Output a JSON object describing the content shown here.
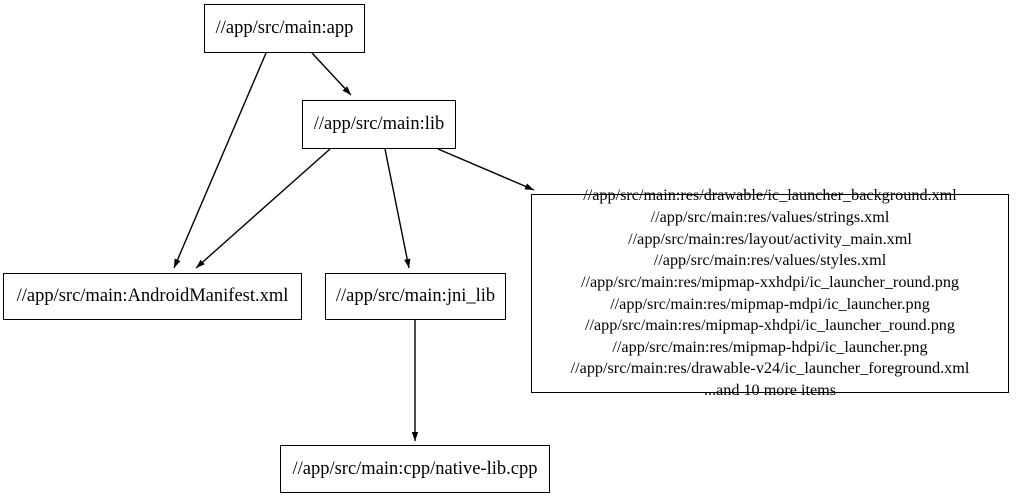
{
  "diagram": {
    "type": "directed-graph",
    "title": "",
    "background_color": "#ffffff",
    "node_fill": "#ffffff",
    "node_border": "#000000",
    "edge_color": "#000000",
    "nodes": [
      {
        "id": "app",
        "label": "//app/src/main:app"
      },
      {
        "id": "lib",
        "label": "//app/src/main:lib"
      },
      {
        "id": "manifest",
        "label": "//app/src/main:AndroidManifest.xml"
      },
      {
        "id": "jni",
        "label": "//app/src/main:jni_lib"
      },
      {
        "id": "cpp",
        "label": "//app/src/main:cpp/native-lib.cpp"
      },
      {
        "id": "res",
        "label": "//app/src/main:res/drawable/ic_launcher_background.xml\n//app/src/main:res/values/strings.xml\n//app/src/main:res/layout/activity_main.xml\n//app/src/main:res/values/styles.xml\n//app/src/main:res/mipmap-xxhdpi/ic_launcher_round.png\n//app/src/main:res/mipmap-mdpi/ic_launcher.png\n//app/src/main:res/mipmap-xhdpi/ic_launcher_round.png\n//app/src/main:res/mipmap-hdpi/ic_launcher.png\n//app/src/main:res/drawable-v24/ic_launcher_foreground.xml\n...and 10 more items",
        "lines": [
          "//app/src/main:res/drawable/ic_launcher_background.xml",
          "//app/src/main:res/values/strings.xml",
          "//app/src/main:res/layout/activity_main.xml",
          "//app/src/main:res/values/styles.xml",
          "//app/src/main:res/mipmap-xxhdpi/ic_launcher_round.png",
          "//app/src/main:res/mipmap-mdpi/ic_launcher.png",
          "//app/src/main:res/mipmap-xhdpi/ic_launcher_round.png",
          "//app/src/main:res/mipmap-hdpi/ic_launcher.png",
          "//app/src/main:res/drawable-v24/ic_launcher_foreground.xml",
          "...and 10 more items"
        ]
      }
    ],
    "edges": [
      {
        "from": "app",
        "to": "manifest"
      },
      {
        "from": "app",
        "to": "lib"
      },
      {
        "from": "lib",
        "to": "manifest"
      },
      {
        "from": "lib",
        "to": "jni"
      },
      {
        "from": "lib",
        "to": "res"
      },
      {
        "from": "jni",
        "to": "cpp"
      }
    ]
  }
}
